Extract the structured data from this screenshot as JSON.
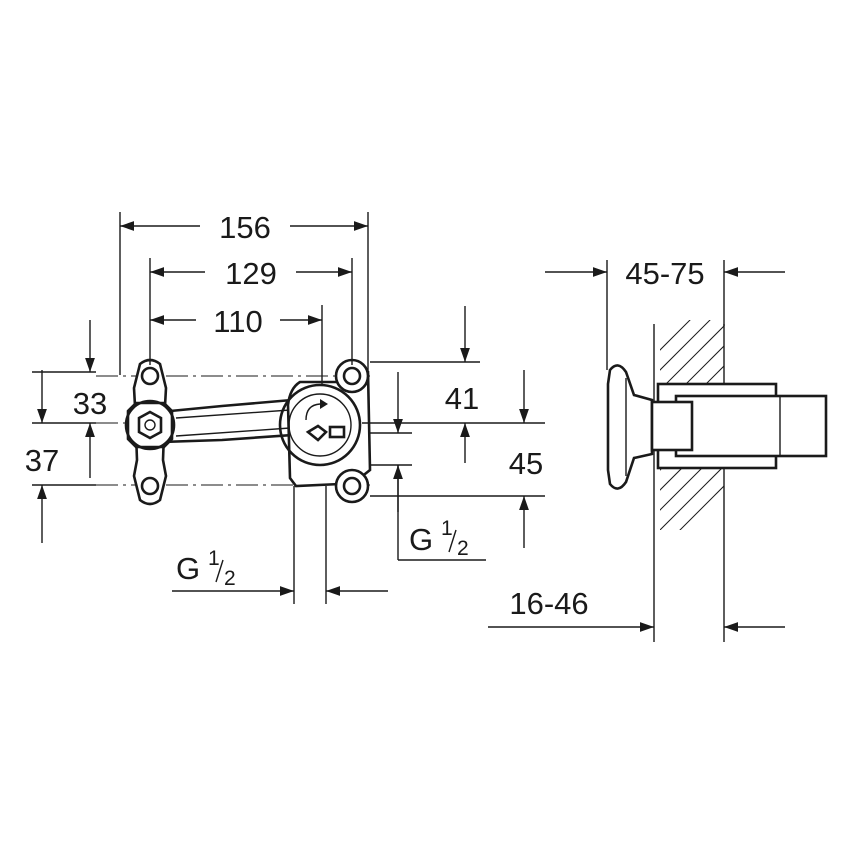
{
  "dimensions": {
    "width_overall": "156",
    "width_mounting_holes": "129",
    "width_outlets": "110",
    "height_left_top": "33",
    "height_left_bottom": "37",
    "height_right_top": "41",
    "height_right_bottom": "45",
    "thread_bottom": {
      "main": "G",
      "num": "1",
      "den": "2"
    },
    "thread_right": {
      "main": "G",
      "num": "1",
      "den": "2"
    },
    "wall_finish_range": "45-75",
    "installation_depth": "16-46"
  }
}
